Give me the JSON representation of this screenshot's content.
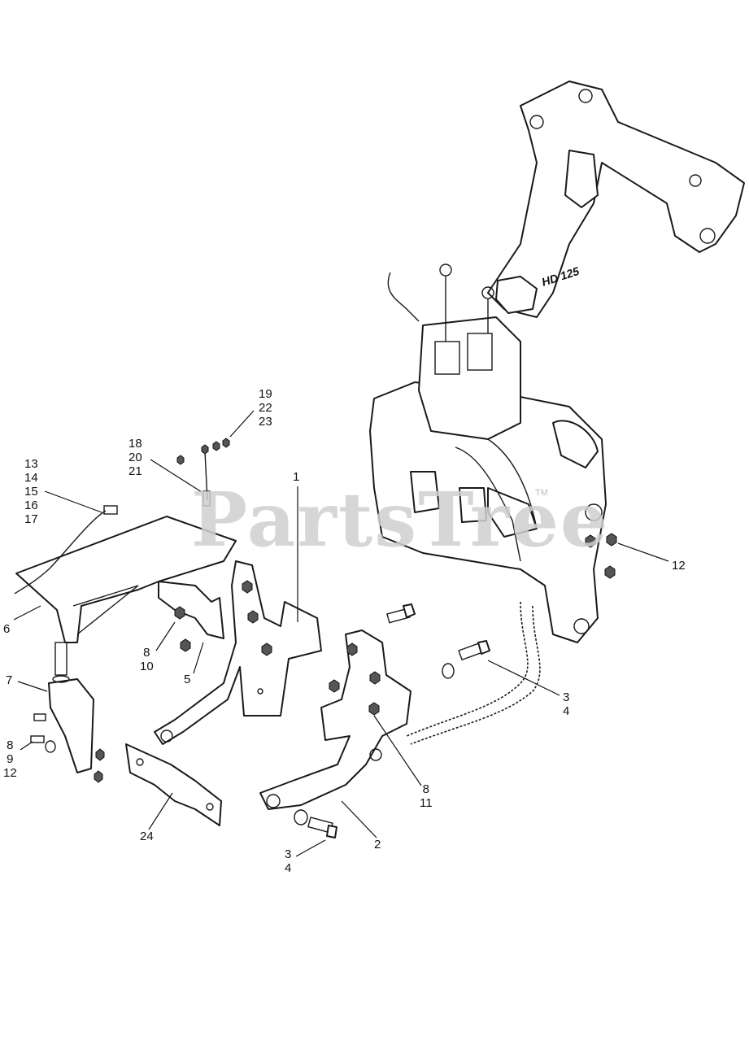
{
  "watermark": {
    "text": "PartsTree",
    "trademark": "TM"
  },
  "labels": {
    "l1": "1",
    "l2": "2",
    "l3_4_right": "3\n4",
    "l3_4_bottom": "3\n4",
    "l5": "5",
    "l6": "6",
    "l7": "7",
    "l8_10": "8\n10",
    "l8_9_12": "8\n9\n12",
    "l8_11": "8\n11",
    "l12": "12",
    "l13_17": "13\n14\n15\n16\n17",
    "l18_21": "18\n20\n21",
    "l19_23": "19\n22\n23",
    "l24": "24",
    "decal": "HD 125"
  }
}
